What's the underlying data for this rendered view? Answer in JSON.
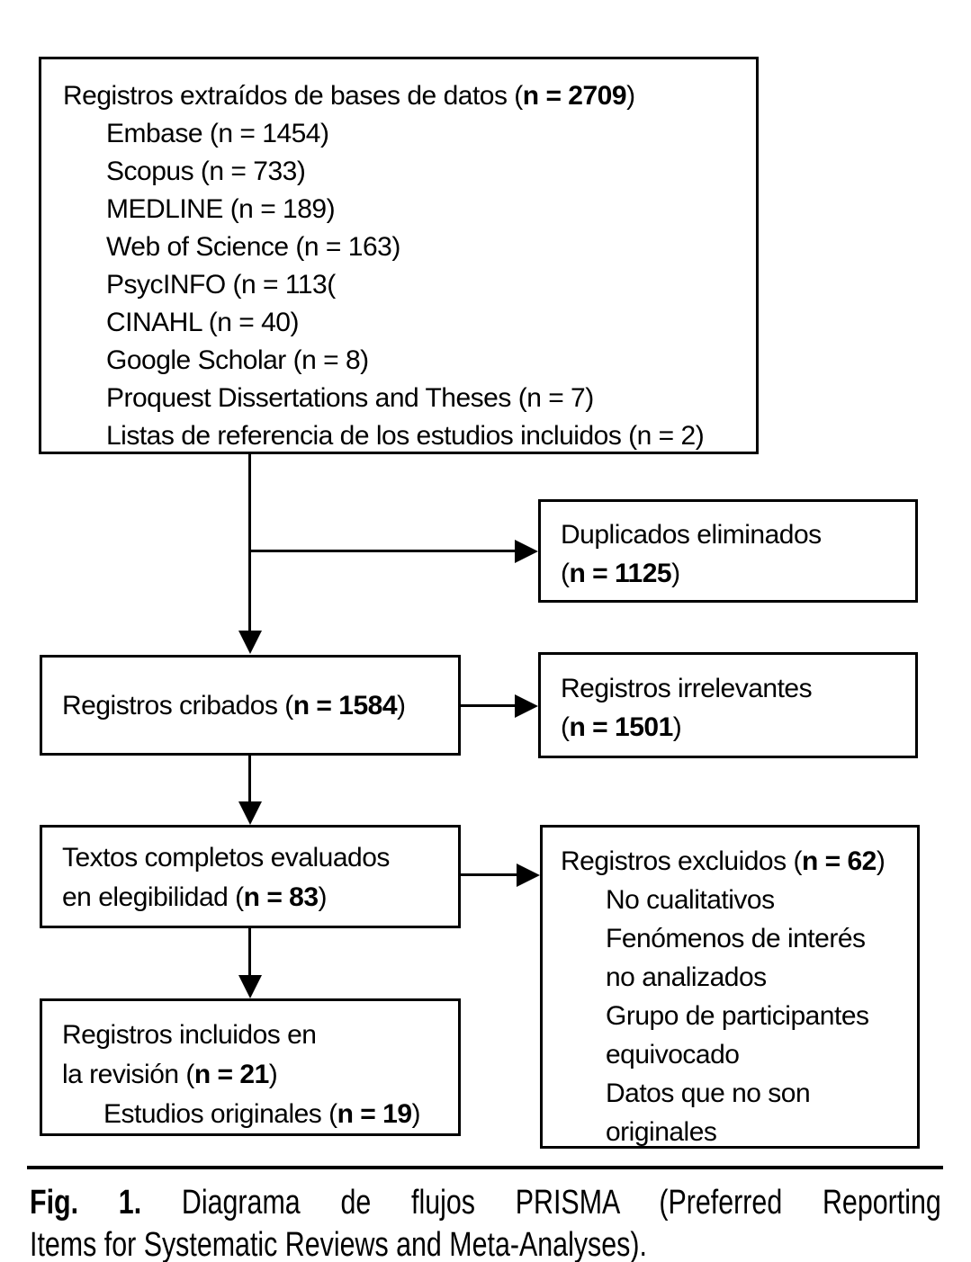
{
  "figure": {
    "boxes": {
      "records": {
        "title_pre": "Registros extraídos de bases de datos (",
        "title_bold": "n = 2709",
        "title_post": ")",
        "items": [
          "Embase (n = 1454)",
          "Scopus (n = 733)",
          "MEDLINE (n = 189)",
          "Web of Science (n = 163)",
          "PsycINFO (n = 113(",
          "CINAHL (n = 40)",
          "Google Scholar (n = 8)",
          "Proquest Dissertations and Theses (n = 7)",
          "Listas de referencia de los estudios incluidos (n = 2)"
        ]
      },
      "duplicates": {
        "line1": "Duplicados eliminados",
        "n_pre": "(",
        "n_bold": "n = 1125",
        "n_post": ")"
      },
      "screened": {
        "pre": "Registros cribados (",
        "bold": "n = 1584",
        "post": ")"
      },
      "irrelevant": {
        "line1": "Registros irrelevantes",
        "n_pre": "(",
        "n_bold": "n = 1501",
        "n_post": ")"
      },
      "fulltext": {
        "line1": "Textos completos evaluados",
        "line2_pre": "en elegibilidad (",
        "line2_bold": "n = 83",
        "line2_post": ")"
      },
      "excluded": {
        "title_pre": "Registros excluidos (",
        "title_bold": "n = 62",
        "title_post": ")",
        "item_lines": [
          "No cualitativos",
          "Fenómenos de interés",
          "no analizados",
          "Grupo de participantes",
          "equivocado",
          "Datos que no son",
          "originales"
        ]
      },
      "included": {
        "line1": "Registros incluidos en",
        "line2_pre": "la revisión (",
        "line2_bold": "n = 21",
        "line2_post": ")",
        "sub_pre": "Estudios originales (",
        "sub_bold": "n = 19",
        "sub_post": ")"
      }
    },
    "caption": {
      "label": "Fig. 1.",
      "line1": "Diagrama de flujos PRISMA (Preferred Reporting",
      "line2": "Items for Systematic Reviews and Meta-Analyses)."
    }
  }
}
